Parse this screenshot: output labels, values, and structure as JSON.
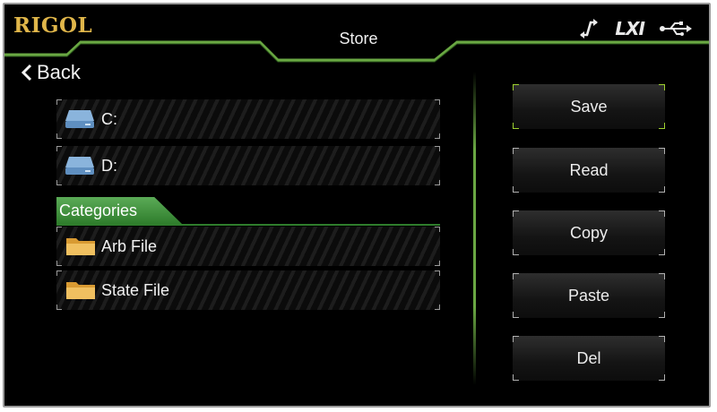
{
  "header": {
    "brand": "RIGOL",
    "title": "Store",
    "status": {
      "lxi_label": "LXI"
    }
  },
  "nav": {
    "back_label": "Back"
  },
  "drives": [
    {
      "label": "C:",
      "icon": "drive-icon"
    },
    {
      "label": "D:",
      "icon": "drive-icon"
    }
  ],
  "categories": {
    "label": "Categories",
    "items": [
      {
        "label": "Arb File",
        "icon": "folder-icon"
      },
      {
        "label": "State File",
        "icon": "folder-icon"
      }
    ]
  },
  "actions": [
    {
      "label": "Save",
      "active": true
    },
    {
      "label": "Read",
      "active": false
    },
    {
      "label": "Copy",
      "active": false
    },
    {
      "label": "Paste",
      "active": false
    },
    {
      "label": "Del",
      "active": false
    }
  ],
  "colors": {
    "brand": "#e0b64a",
    "accent_green": "#6aa843",
    "category_tab": "#3c8f37",
    "selected_outline": "#9ed12f",
    "background": "#000000",
    "drive_icon": "#8ab4dc",
    "folder_icon": "#f0c060"
  }
}
